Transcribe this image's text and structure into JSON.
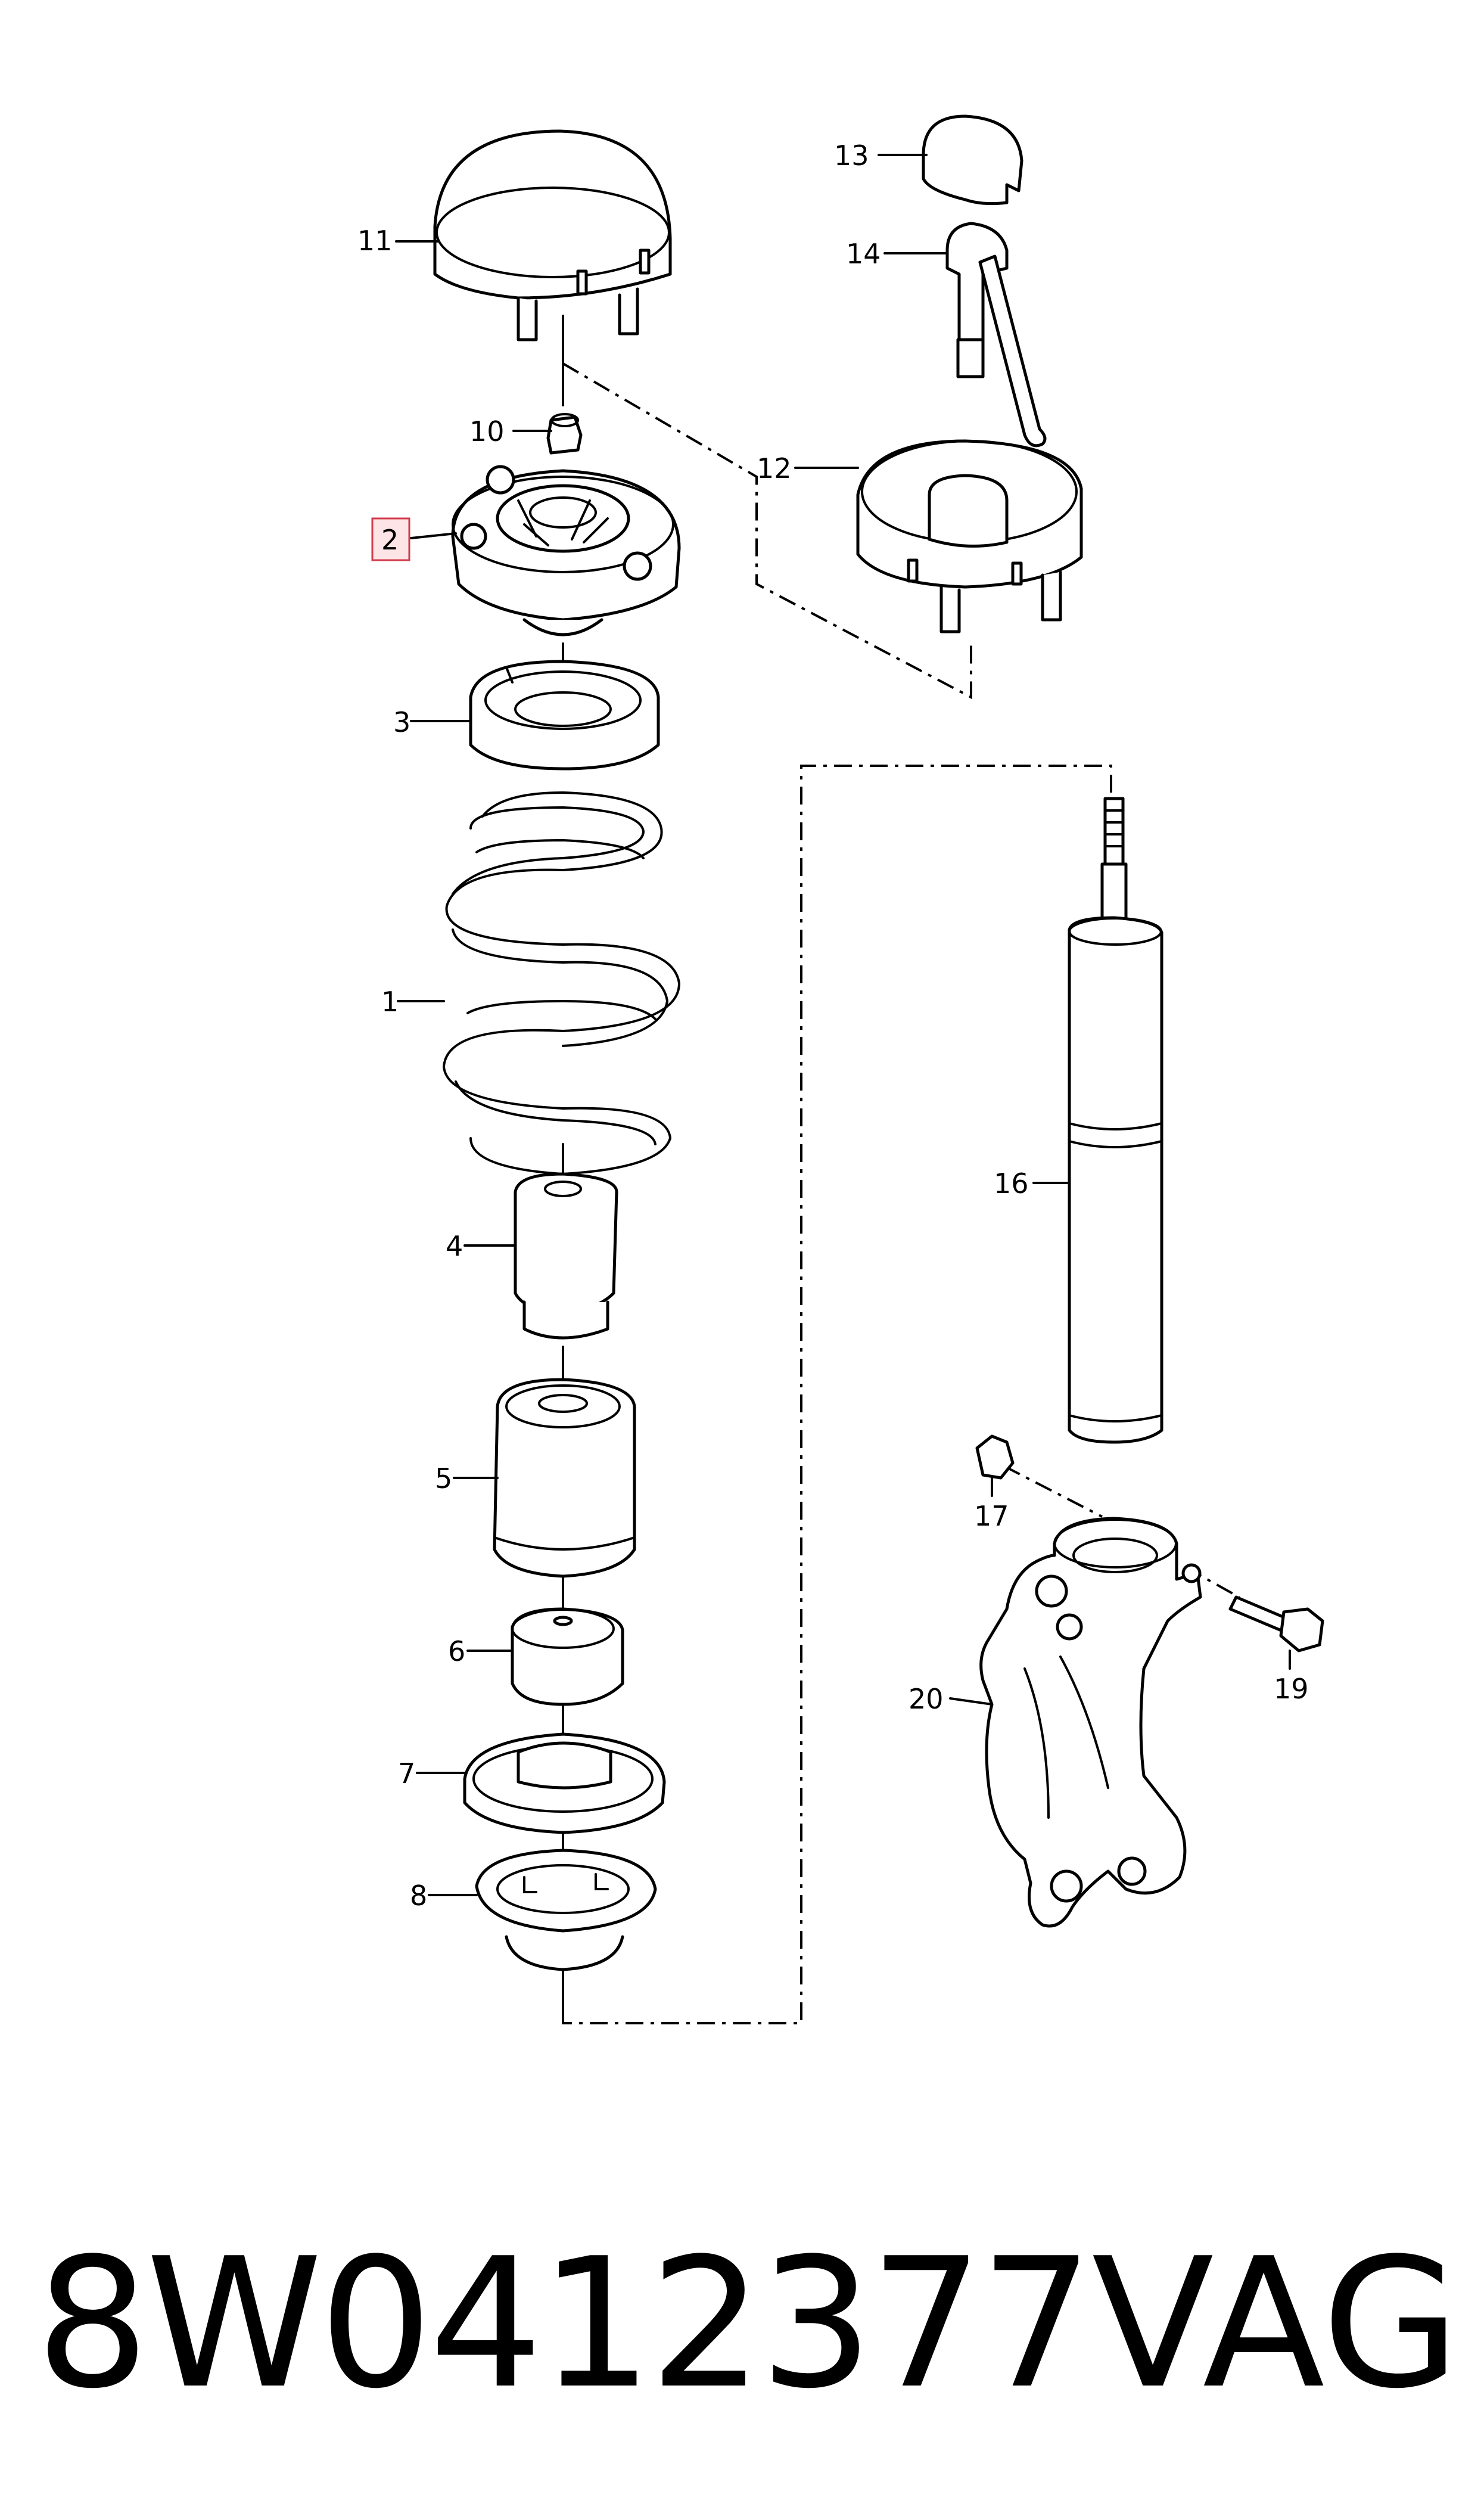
{
  "callouts": {
    "c1": "1",
    "c2": "2",
    "c3": "3",
    "c4": "4",
    "c5": "5",
    "c6": "6",
    "c7": "7",
    "c8": "8",
    "c10": "10",
    "c11": "11",
    "c12": "12",
    "c13": "13",
    "c14": "14",
    "c16": "16",
    "c17": "17",
    "c19": "19",
    "c20": "20"
  },
  "highlighted_callout": "2",
  "highlight_color": "#d23a4a",
  "footer": {
    "part_number": "8W0412377",
    "brand": "VAG"
  }
}
